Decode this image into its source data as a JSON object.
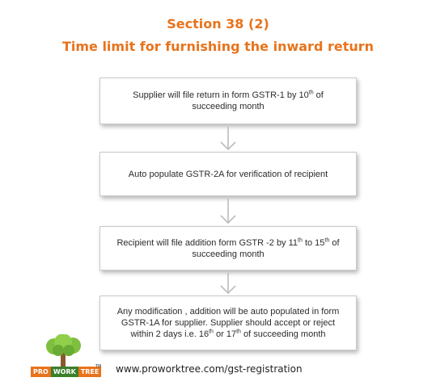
{
  "heading": {
    "section": "Section 38 (2)",
    "subtitle": "Time limit for furnishing the inward return"
  },
  "steps": [
    {
      "text_a": "Supplier will file return in form GSTR-1 by 10",
      "sup_a": "th",
      "text_b": " of succeeding month"
    },
    {
      "text_a": "Auto populate GSTR-2A for verification of recipient"
    },
    {
      "text_a": "Recipient will file addition form GSTR -2 by 11",
      "sup_a": "th",
      "text_b": " to 15",
      "sup_b": "th",
      "text_c": " of succeeding month"
    },
    {
      "text_a": "Any modification , addition will be auto populated in form GSTR-1A for supplier. Supplier should accept or reject within 2 days i.e. 16",
      "sup_a": "th",
      "text_b": " or 17",
      "sup_b": "th",
      "text_c": " of succeeding month"
    }
  ],
  "logo": {
    "pro": "PRO",
    "work": "WORK",
    "tree": "TREE",
    "tm": "TM"
  },
  "footer": {
    "url": "www.proworktree.com/gst-registration"
  },
  "colors": {
    "title": "#e8731c",
    "arrow": "#bdbdbd",
    "box_border": "#c9c9c9"
  }
}
